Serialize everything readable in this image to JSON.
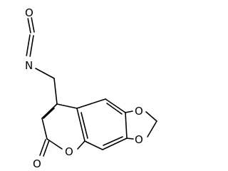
{
  "diagram": {
    "type": "chemical-structure",
    "atoms": [
      {
        "id": "O_iso",
        "text": "O"
      },
      {
        "id": "N_iso",
        "text": "N"
      },
      {
        "id": "O_diox_top",
        "text": "O"
      },
      {
        "id": "O_diox_bottom",
        "text": "O"
      },
      {
        "id": "O_ring",
        "text": "O"
      },
      {
        "id": "O_carbonyl",
        "text": "O"
      }
    ]
  },
  "colors": {
    "line": "#000000",
    "background": "#ffffff"
  }
}
